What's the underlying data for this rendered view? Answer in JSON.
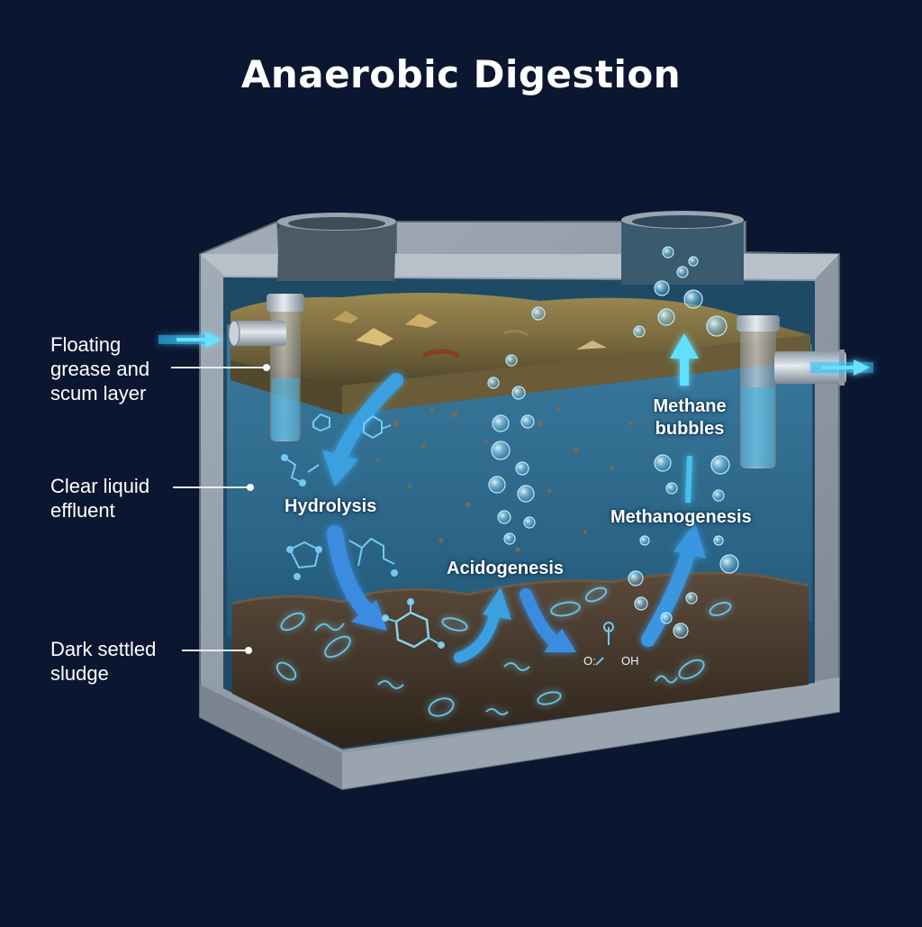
{
  "title": "Anaerobic Digestion",
  "callouts": {
    "scum": [
      "Floating",
      "grease and",
      "scum layer"
    ],
    "liquid": [
      "Clear liquid",
      "effluent"
    ],
    "sludge": [
      "Dark settled",
      "sludge"
    ]
  },
  "stages": {
    "hydrolysis": "Hydrolysis",
    "acidogenesis": "Acidogenesis",
    "methanogenesis": "Methanogenesis",
    "methane": [
      "Methane",
      "bubbles"
    ]
  },
  "chem": {
    "acid_o": "O:",
    "acid_oh": "OH",
    "acid_top": "O"
  },
  "colors": {
    "background": "#0b1630",
    "concrete": "#8d98a4",
    "water": "#2f6d90",
    "scum": "#7a6a3e",
    "sludge": "#4a3a2c",
    "arrow": "#3aa0e0",
    "arrow_glow": "#5fe0ff"
  }
}
